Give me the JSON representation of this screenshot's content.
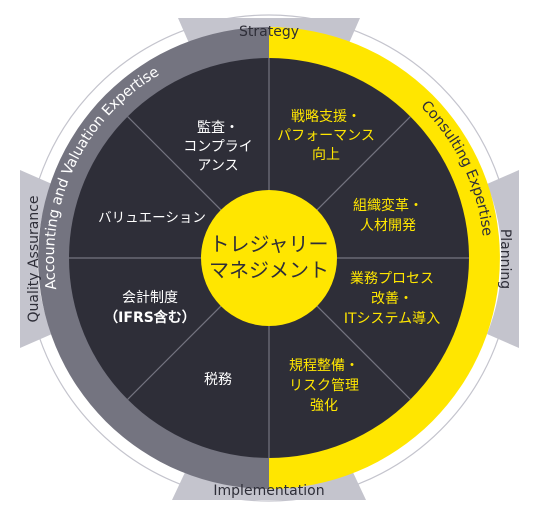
{
  "outer_labels": {
    "top": "Strategy",
    "right": "Planning",
    "bottom": "Implementation",
    "left": "Quality Assurance"
  },
  "ring_labels": {
    "left": "Accounting and Valuation Expertise",
    "right": "Consulting Expertise"
  },
  "center": {
    "line1": "トレジャリー",
    "line2": "マネジメント"
  },
  "segments": {
    "top_left": [
      "監査・",
      "コンプライ",
      "アンス"
    ],
    "upper_left": [
      "バリュエーション"
    ],
    "lower_left": [
      "会計制度",
      "（IFRS含む）"
    ],
    "bottom_left": [
      "税務"
    ],
    "top_right": [
      "戦略支援・",
      "パフォーマンス",
      "向上"
    ],
    "upper_right": [
      "組織変革・",
      "人材開発"
    ],
    "lower_right": [
      "業務プロセス",
      "改善・",
      "ITシステム導入"
    ],
    "bottom_right": [
      "規程整備・",
      "リスク管理",
      "強化"
    ]
  },
  "colors": {
    "dark": "#2e2e38",
    "yellow": "#ffe600",
    "gray_ring": "#747480",
    "tab_gray": "#c4c4cd",
    "thin_line": "#c4c4cd",
    "white_text": "#ffffff",
    "tab_text": "#2e2e38"
  }
}
